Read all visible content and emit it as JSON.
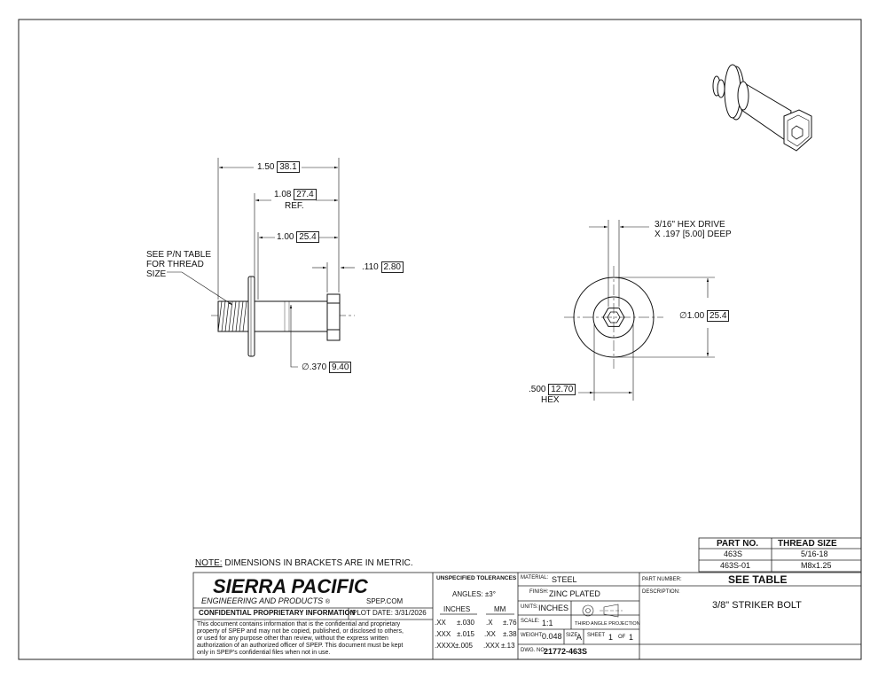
{
  "dims": {
    "overall_length": "1.50",
    "overall_length_mm": "38.1",
    "ref_length": "1.08",
    "ref_length_mm": "27.4",
    "ref_label": "REF.",
    "shank_length": "1.00",
    "shank_length_mm": "25.4",
    "flange": ".110",
    "flange_mm": "2.80",
    "thread_note": [
      "SEE P/N TABLE",
      "FOR THREAD",
      "SIZE"
    ],
    "shank_dia": ".370",
    "shank_dia_mm": "9.40",
    "hex_drive": [
      "3/16\" HEX DRIVE",
      "X .197 [5.00] DEEP"
    ],
    "head_dia": "1.00",
    "head_dia_mm": "25.4",
    "hex_size": ".500",
    "hex_size_mm": "12.70",
    "hex_label": "HEX",
    "dia_symbol": "∅"
  },
  "note": {
    "label": "NOTE:",
    "text": " DIMENSIONS IN BRACKETS ARE IN METRIC."
  },
  "part_table": {
    "headers": [
      "PART NO.",
      "THREAD SIZE"
    ],
    "rows": [
      [
        "463S",
        "5/16-18"
      ],
      [
        "463S-01",
        "M8x1.25"
      ]
    ]
  },
  "title_block": {
    "company": "SIERRA PACIFIC",
    "tagline": "ENGINEERING AND PRODUCTS",
    "registered": "®",
    "website": "SPEP.COM",
    "confidential_title": "CONFIDENTIAL PROPRIETARY INFORMATION",
    "plot_date": "PLOT DATE: 3/31/2026",
    "confidential_text": [
      "This document contains information that is the confidential and proprietary",
      "property of SPEP and may not be copied, published, or disclosed to others,",
      "or used for any purpose  other than review, without the express written",
      "authorization of an authorized officer of SPEP. This document must be kept",
      "only in SPEP's confidential files when not in use."
    ],
    "tolerances_title": "UNSPECIFIED TOLERANCES",
    "angles": "ANGLES: ±3°",
    "inches_label": "INCHES",
    "mm_label": "MM",
    "tol_rows": [
      [
        ".XX",
        "±.030",
        ".X",
        "±.76"
      ],
      [
        ".XXX",
        "±.015",
        ".XX",
        "±.38"
      ],
      [
        ".XXXX",
        "±.005",
        ".XXX",
        "±.13"
      ]
    ],
    "material_label": "MATERIAL:",
    "material": "STEEL",
    "finish_label": "FINISH:",
    "finish": "ZINC PLATED",
    "units_label": "UNITS:",
    "units": "INCHES",
    "scale_label": "SCALE:",
    "scale": "1:1",
    "projection": "THIRD ANGLE PROJECTION",
    "weight_label": "WEIGHT:",
    "weight": "0.048",
    "size_label": "SIZE:",
    "size": "A",
    "sheet_label": "SHEET",
    "sheet": "1",
    "of_label": "OF",
    "of": "1",
    "dwg_label": "DWG. NO.",
    "dwg_no": "21772-463S",
    "part_number_label": "PART NUMBER:",
    "part_number": "SEE TABLE",
    "description_label": "DESCRIPTION:",
    "description": "3/8\" STRIKER BOLT"
  }
}
